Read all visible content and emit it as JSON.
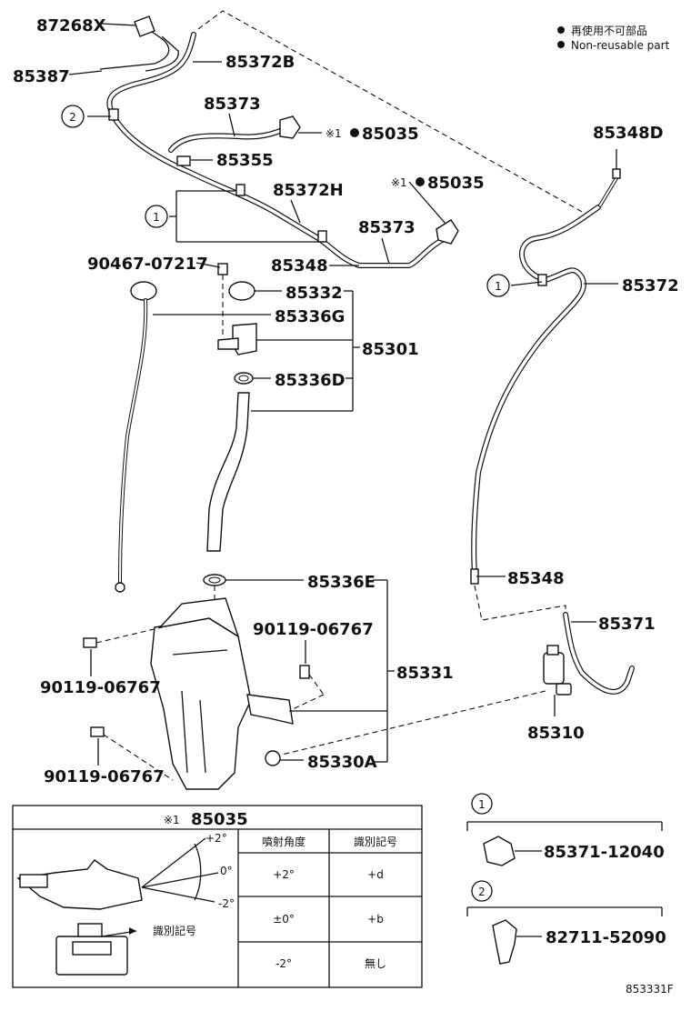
{
  "legend": {
    "line1": "再使用不可部品",
    "line2": "Non-reusable part"
  },
  "callouts": {
    "c1": "1",
    "c2": "2"
  },
  "labels": {
    "p87268x": "87268X",
    "p85387": "85387",
    "p85372b": "85372B",
    "p85373a": "85373",
    "p85035a": "85035",
    "p85355": "85355",
    "p85372h": "85372H",
    "p85035b": "85035",
    "p85373b": "85373",
    "p85348a": "85348",
    "p90467": "90467-07217",
    "p85332": "85332",
    "p85336g": "85336G",
    "p85301": "85301",
    "p85336d": "85336D",
    "p85348d": "85348D",
    "p85372": "85372",
    "p85348b": "85348",
    "p85336e": "85336E",
    "p90119a": "90119-06767",
    "p90119b": "90119-06767",
    "p90119c": "90119-06767",
    "p85331": "85331",
    "p85371": "85371",
    "p85310": "85310",
    "p85330a": "85330A"
  },
  "note_mark": "※1",
  "detail": {
    "title": "85035",
    "angle_labels": [
      "+2°",
      "0°",
      "-2°"
    ],
    "id_label": "識別記号",
    "table": {
      "headers": [
        "噴射角度",
        "識別記号"
      ],
      "rows": [
        [
          "+2°",
          "+d"
        ],
        [
          "±0°",
          "+b"
        ],
        [
          "-2°",
          "無し"
        ]
      ]
    }
  },
  "clips": {
    "clip1_number": "85371-12040",
    "clip2_number": "82711-52090"
  },
  "figure_id": "853331F"
}
